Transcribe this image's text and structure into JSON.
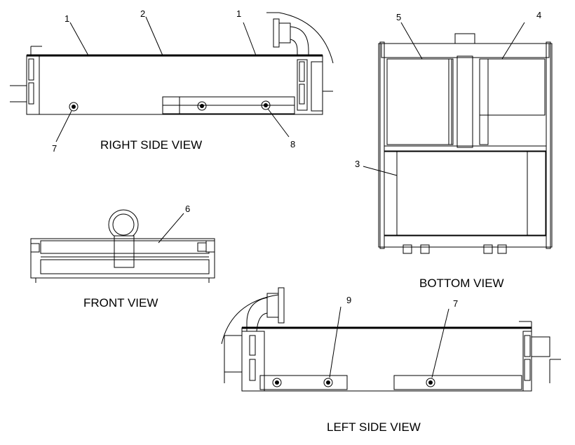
{
  "views": {
    "right_side": "RIGHT SIDE VIEW",
    "bottom": "BOTTOM VIEW",
    "front": "FRONT VIEW",
    "left_side": "LEFT SIDE VIEW"
  },
  "callouts": {
    "rs_1a": "1",
    "rs_2": "2",
    "rs_1b": "1",
    "rs_7": "7",
    "rs_8": "8",
    "bv_5": "5",
    "bv_4": "4",
    "bv_3": "3",
    "fv_6": "6",
    "ls_9": "9",
    "ls_7": "7"
  }
}
